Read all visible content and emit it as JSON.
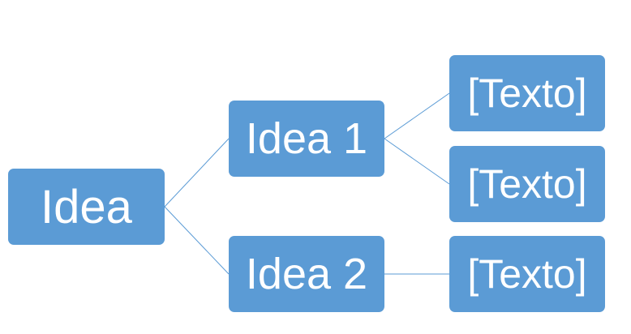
{
  "colors": {
    "node_fill": "#5b9bd5",
    "connector": "#5b9bd5",
    "text": "#ffffff"
  },
  "root": {
    "label": "Idea"
  },
  "branches": [
    {
      "label": "Idea 1",
      "children": [
        {
          "label": "[Texto]"
        },
        {
          "label": "[Texto]"
        }
      ]
    },
    {
      "label": "Idea 2",
      "children": [
        {
          "label": "[Texto]"
        }
      ]
    }
  ]
}
